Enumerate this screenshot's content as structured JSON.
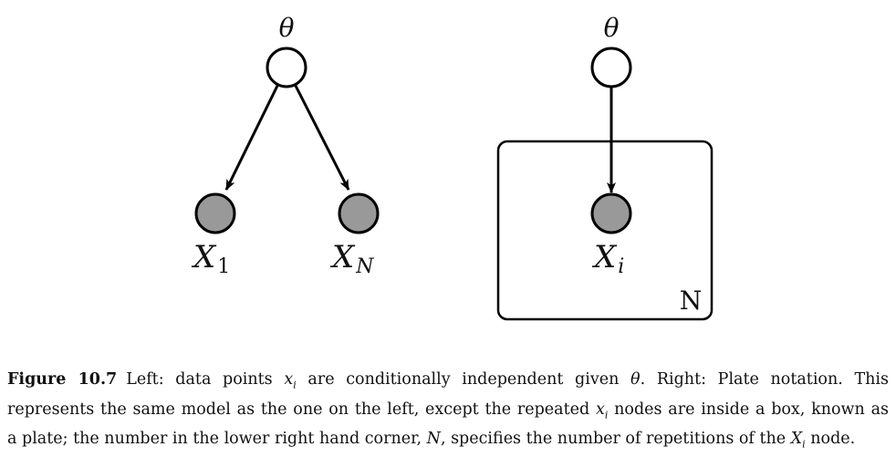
{
  "left_graph": {
    "param_label": "θ",
    "first_node_label": "X",
    "first_node_sub": "1",
    "last_node_label": "X",
    "last_node_sub": "N"
  },
  "right_graph": {
    "param_label": "θ",
    "node_label": "X",
    "node_sub": "i",
    "plate_count": "N"
  },
  "caption": {
    "figure_number": "Figure 10.7",
    "line1_a": "Left: data points ",
    "line1_var": "x",
    "line1_sub": "i",
    "line1_b": " are conditionally independent given ",
    "line1_theta": "θ",
    "line1_c": ". Right: Plate notation. This",
    "line2_a": "represents the same model as the one on the left, except the repeated ",
    "line2_var": "x",
    "line2_sub": "i",
    "line2_b": " nodes are inside a box, known as",
    "line3_a": "a plate; the number in the lower right hand corner, ",
    "line3_n": "N",
    "line3_b": ", specifies the number of repetitions of the ",
    "line3_var": "X",
    "line3_sub": "i",
    "line3_c": " node."
  },
  "colors": {
    "observed_fill": "#999999",
    "param_fill": "#ffffff",
    "stroke": "#000000"
  }
}
